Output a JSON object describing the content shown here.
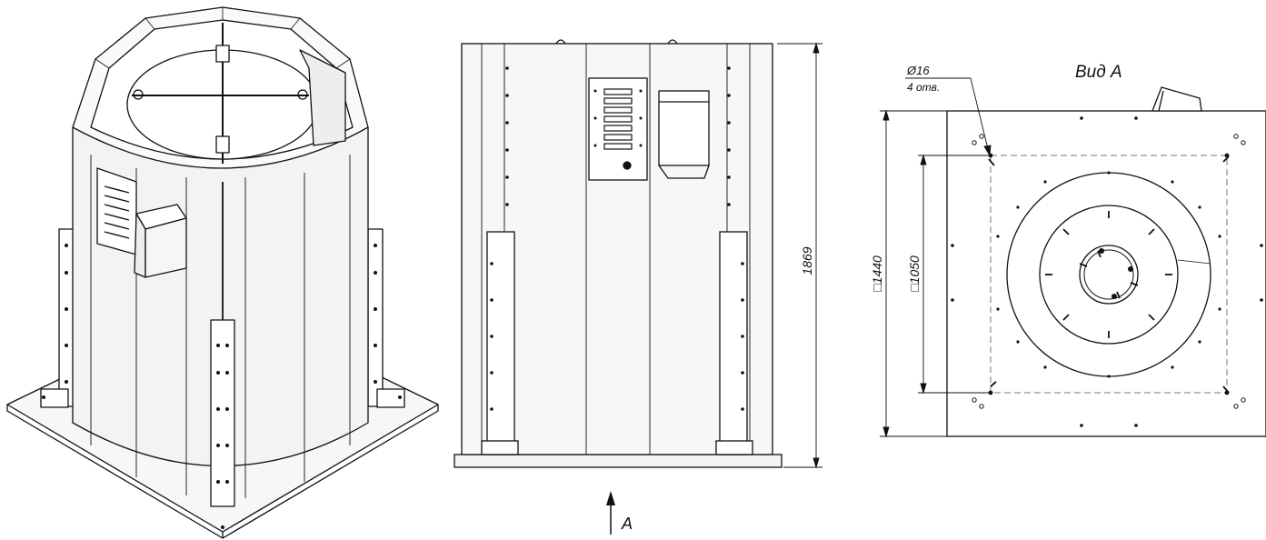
{
  "view_label": "Вид А",
  "arrow_label": "А",
  "dimensions": {
    "height": "1869",
    "outer_square": "□1440",
    "inner_square": "□1050",
    "hole_diameter": "Ø16",
    "hole_count": "4 отв."
  },
  "colors": {
    "line": "#111111",
    "body_fill": "#f4f4f4",
    "dash": "#777777"
  }
}
